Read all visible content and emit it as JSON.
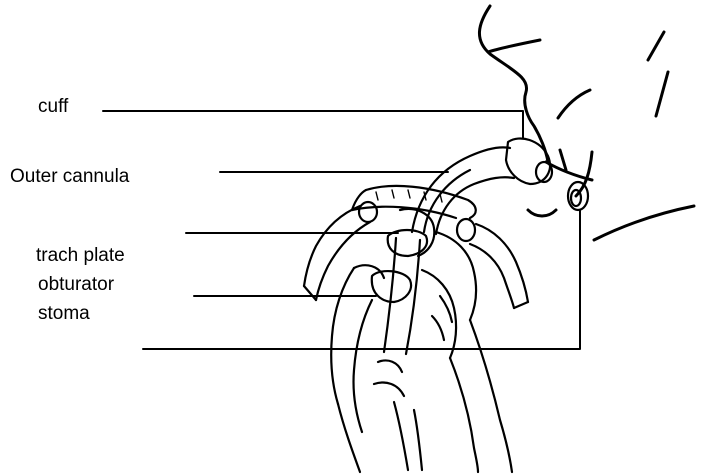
{
  "labels": {
    "cuff": "cuff",
    "outer_cannula": "Outer cannula",
    "trach_plate": "trach plate",
    "obturator": "obturator",
    "stoma": "stoma"
  },
  "colors": {
    "ink": "#000000",
    "background": "#ffffff"
  }
}
